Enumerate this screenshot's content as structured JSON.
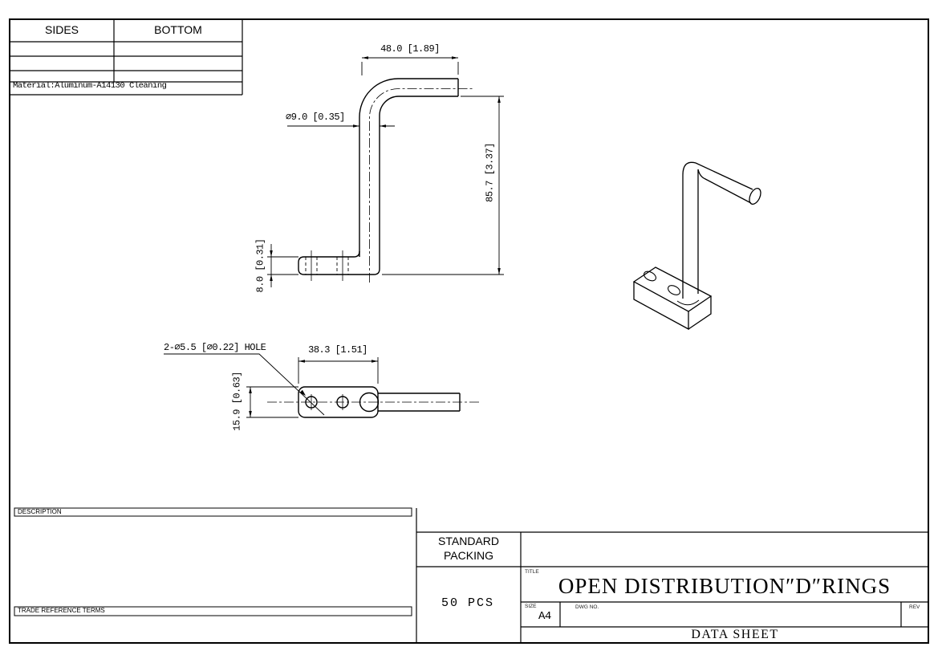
{
  "header_table": {
    "col1": "SIDES",
    "col2": "BOTTOM",
    "material": "Material:Aluminum-A14130 Cleaning"
  },
  "front_view": {
    "dim_width": "48.0 [1.89]",
    "dim_diameter": "⌀9.0 [0.35]",
    "dim_height": "85.7 [3.37]",
    "dim_plate_thickness": "8.0 [0.31]"
  },
  "bottom_view": {
    "hole_callout": "2-⌀5.5 [⌀0.22] HOLE",
    "dim_plate_length": "38.3 [1.51]",
    "dim_plate_width": "15.9 [0.63]"
  },
  "title_block": {
    "description_label": "DESCRIPTION",
    "trade_label": "TRADE REFERENCE TERMS",
    "packing_line1": "STANDARD",
    "packing_line2": "PACKING",
    "quantity": "50 PCS",
    "title_label": "TITLE",
    "title": "OPEN DISTRIBUTION″D″RINGS",
    "size_label": "SIZE",
    "size_value": "A4",
    "dwg_label": "DWG NO.",
    "rev_label": "REV",
    "sheet_name": "DATA SHEET"
  },
  "colors": {
    "line": "#000000",
    "background": "#ffffff"
  }
}
